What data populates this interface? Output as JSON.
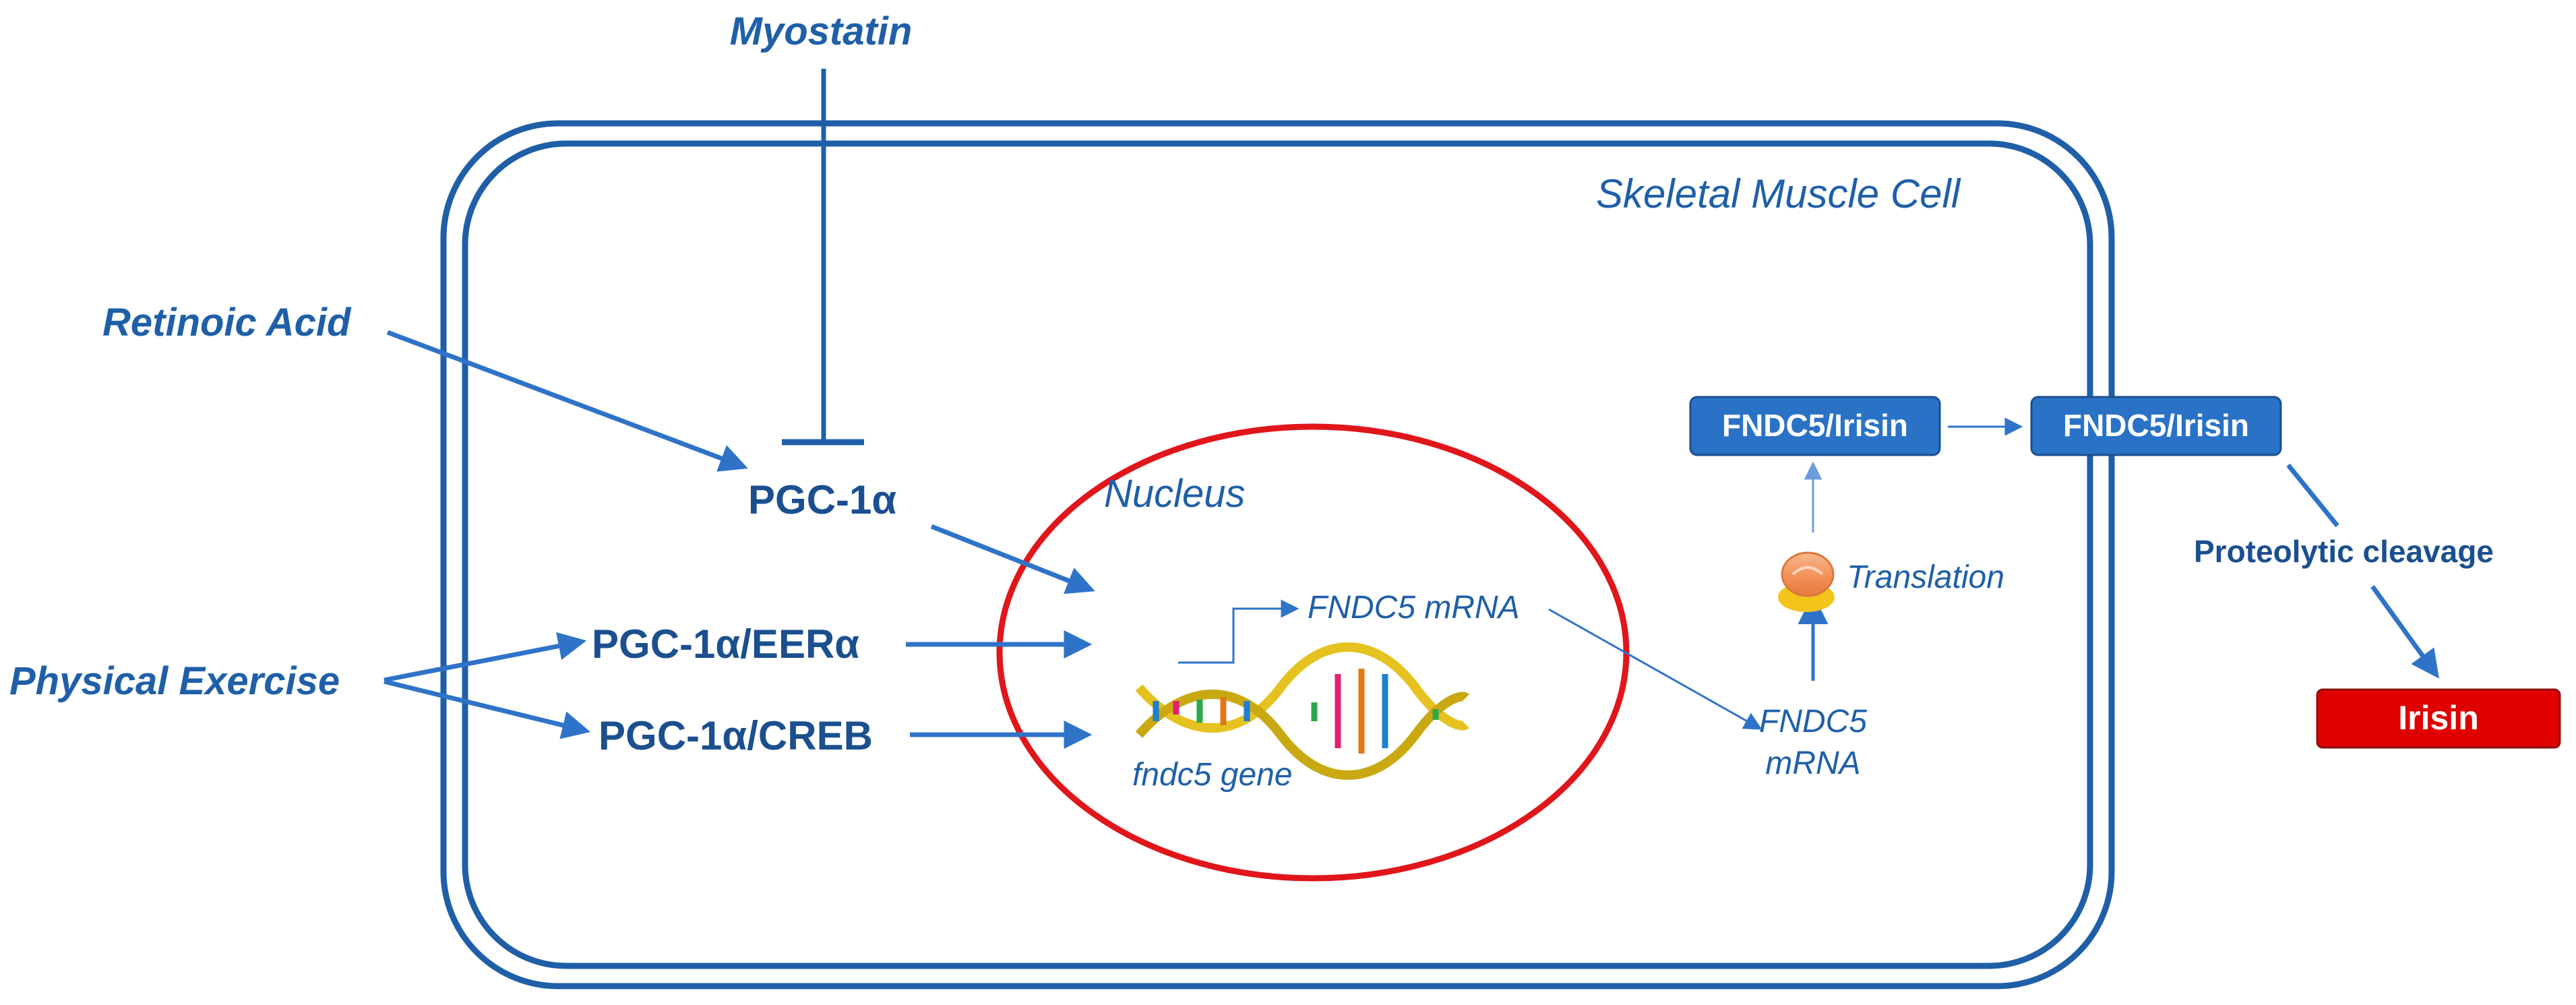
{
  "inputs": {
    "myostatin": "Myostatin",
    "retinoic_acid": "Retinoic Acid",
    "physical_exercise": "Physical Exercise"
  },
  "cell": {
    "label": "Skeletal Muscle Cell"
  },
  "pathway": {
    "pgc1a": "PGC-1α",
    "pgc1a_eerr": "PGC-1α/EERα",
    "pgc1a_creb": "PGC-1α/CREB"
  },
  "nucleus": {
    "label": "Nucleus",
    "mrna_label": "FNDC5 mRNA",
    "gene_label": "fndc5 gene"
  },
  "cytoplasm": {
    "mrna_line1": "FNDC5",
    "mrna_line2": "mRNA",
    "translation": "Translation",
    "protein_box1": "FNDC5/Irisin",
    "protein_box2": "FNDC5/Irisin"
  },
  "extracellular": {
    "cleavage": "Proteolytic cleavage",
    "irisin": "Irisin"
  },
  "colors": {
    "primary_blue": "#1f5fa8",
    "box_blue": "#2a72c6",
    "nucleus_red": "#e0161b",
    "irisin_red": "#e00000",
    "arrow_blue": "#2f73c9"
  }
}
